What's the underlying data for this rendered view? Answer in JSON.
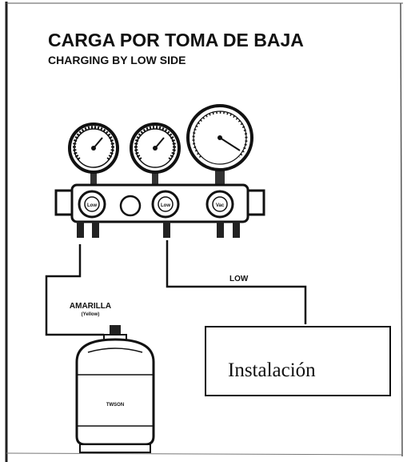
{
  "diagram": {
    "title_es": "CARGA POR TOMA DE BAJA",
    "title_en": "CHARGING BY LOW SIDE",
    "low_label": "LOW",
    "cylinder_label": "AMARILLA",
    "cylinder_sublabel": "(Yellow)",
    "cylinder_brand": "TWSON",
    "installation_label": "Instalación",
    "valve_left": "Low",
    "valve_middle": "Low",
    "valve_right": "Vac",
    "icons": [
      "gauge-icon",
      "valve-knob-icon",
      "refrigerant-cylinder-icon"
    ]
  }
}
